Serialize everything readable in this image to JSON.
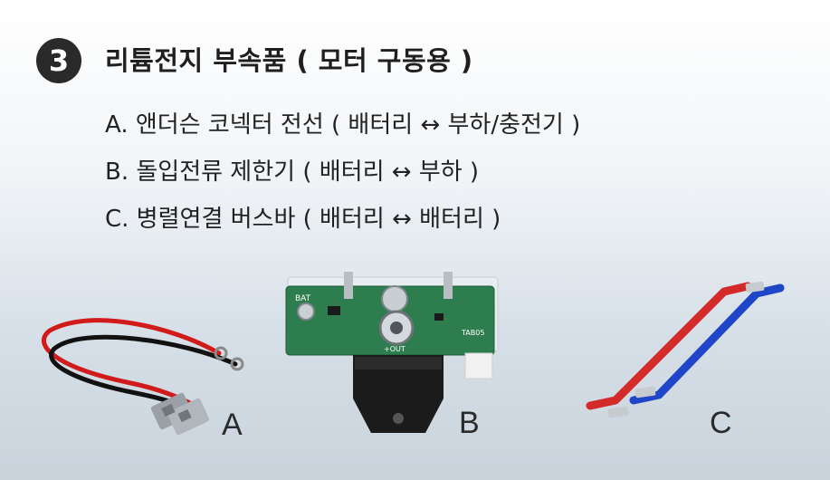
{
  "header": {
    "number": "3",
    "title": "리튬전지 부속품 ( 모터 구동용 )"
  },
  "items": [
    "A. 앤더슨 코넥터 전선 ( 배터리 ↔ 부하/충전기 )",
    "B. 돌입전류 제한기 ( 배터리 ↔ 부하 )",
    "C. 병렬연결 버스바 ( 배터리 ↔ 배터리 )"
  ],
  "photos": [
    {
      "label": "A",
      "subject": "anderson-cable-photo"
    },
    {
      "label": "B",
      "subject": "inrush-limiter-photo"
    },
    {
      "label": "C",
      "subject": "busbar-photo"
    }
  ],
  "pcb_text": {
    "left": "BAT",
    "out": "+OUT",
    "side": "TAB05"
  },
  "colors": {
    "badge": "#2a2a2a",
    "wire_red": "#d11a1a",
    "wire_black": "#111111",
    "pcb_green": "#2e7d4f",
    "bar_red": "#d42a2a",
    "bar_blue": "#1f46c8"
  }
}
